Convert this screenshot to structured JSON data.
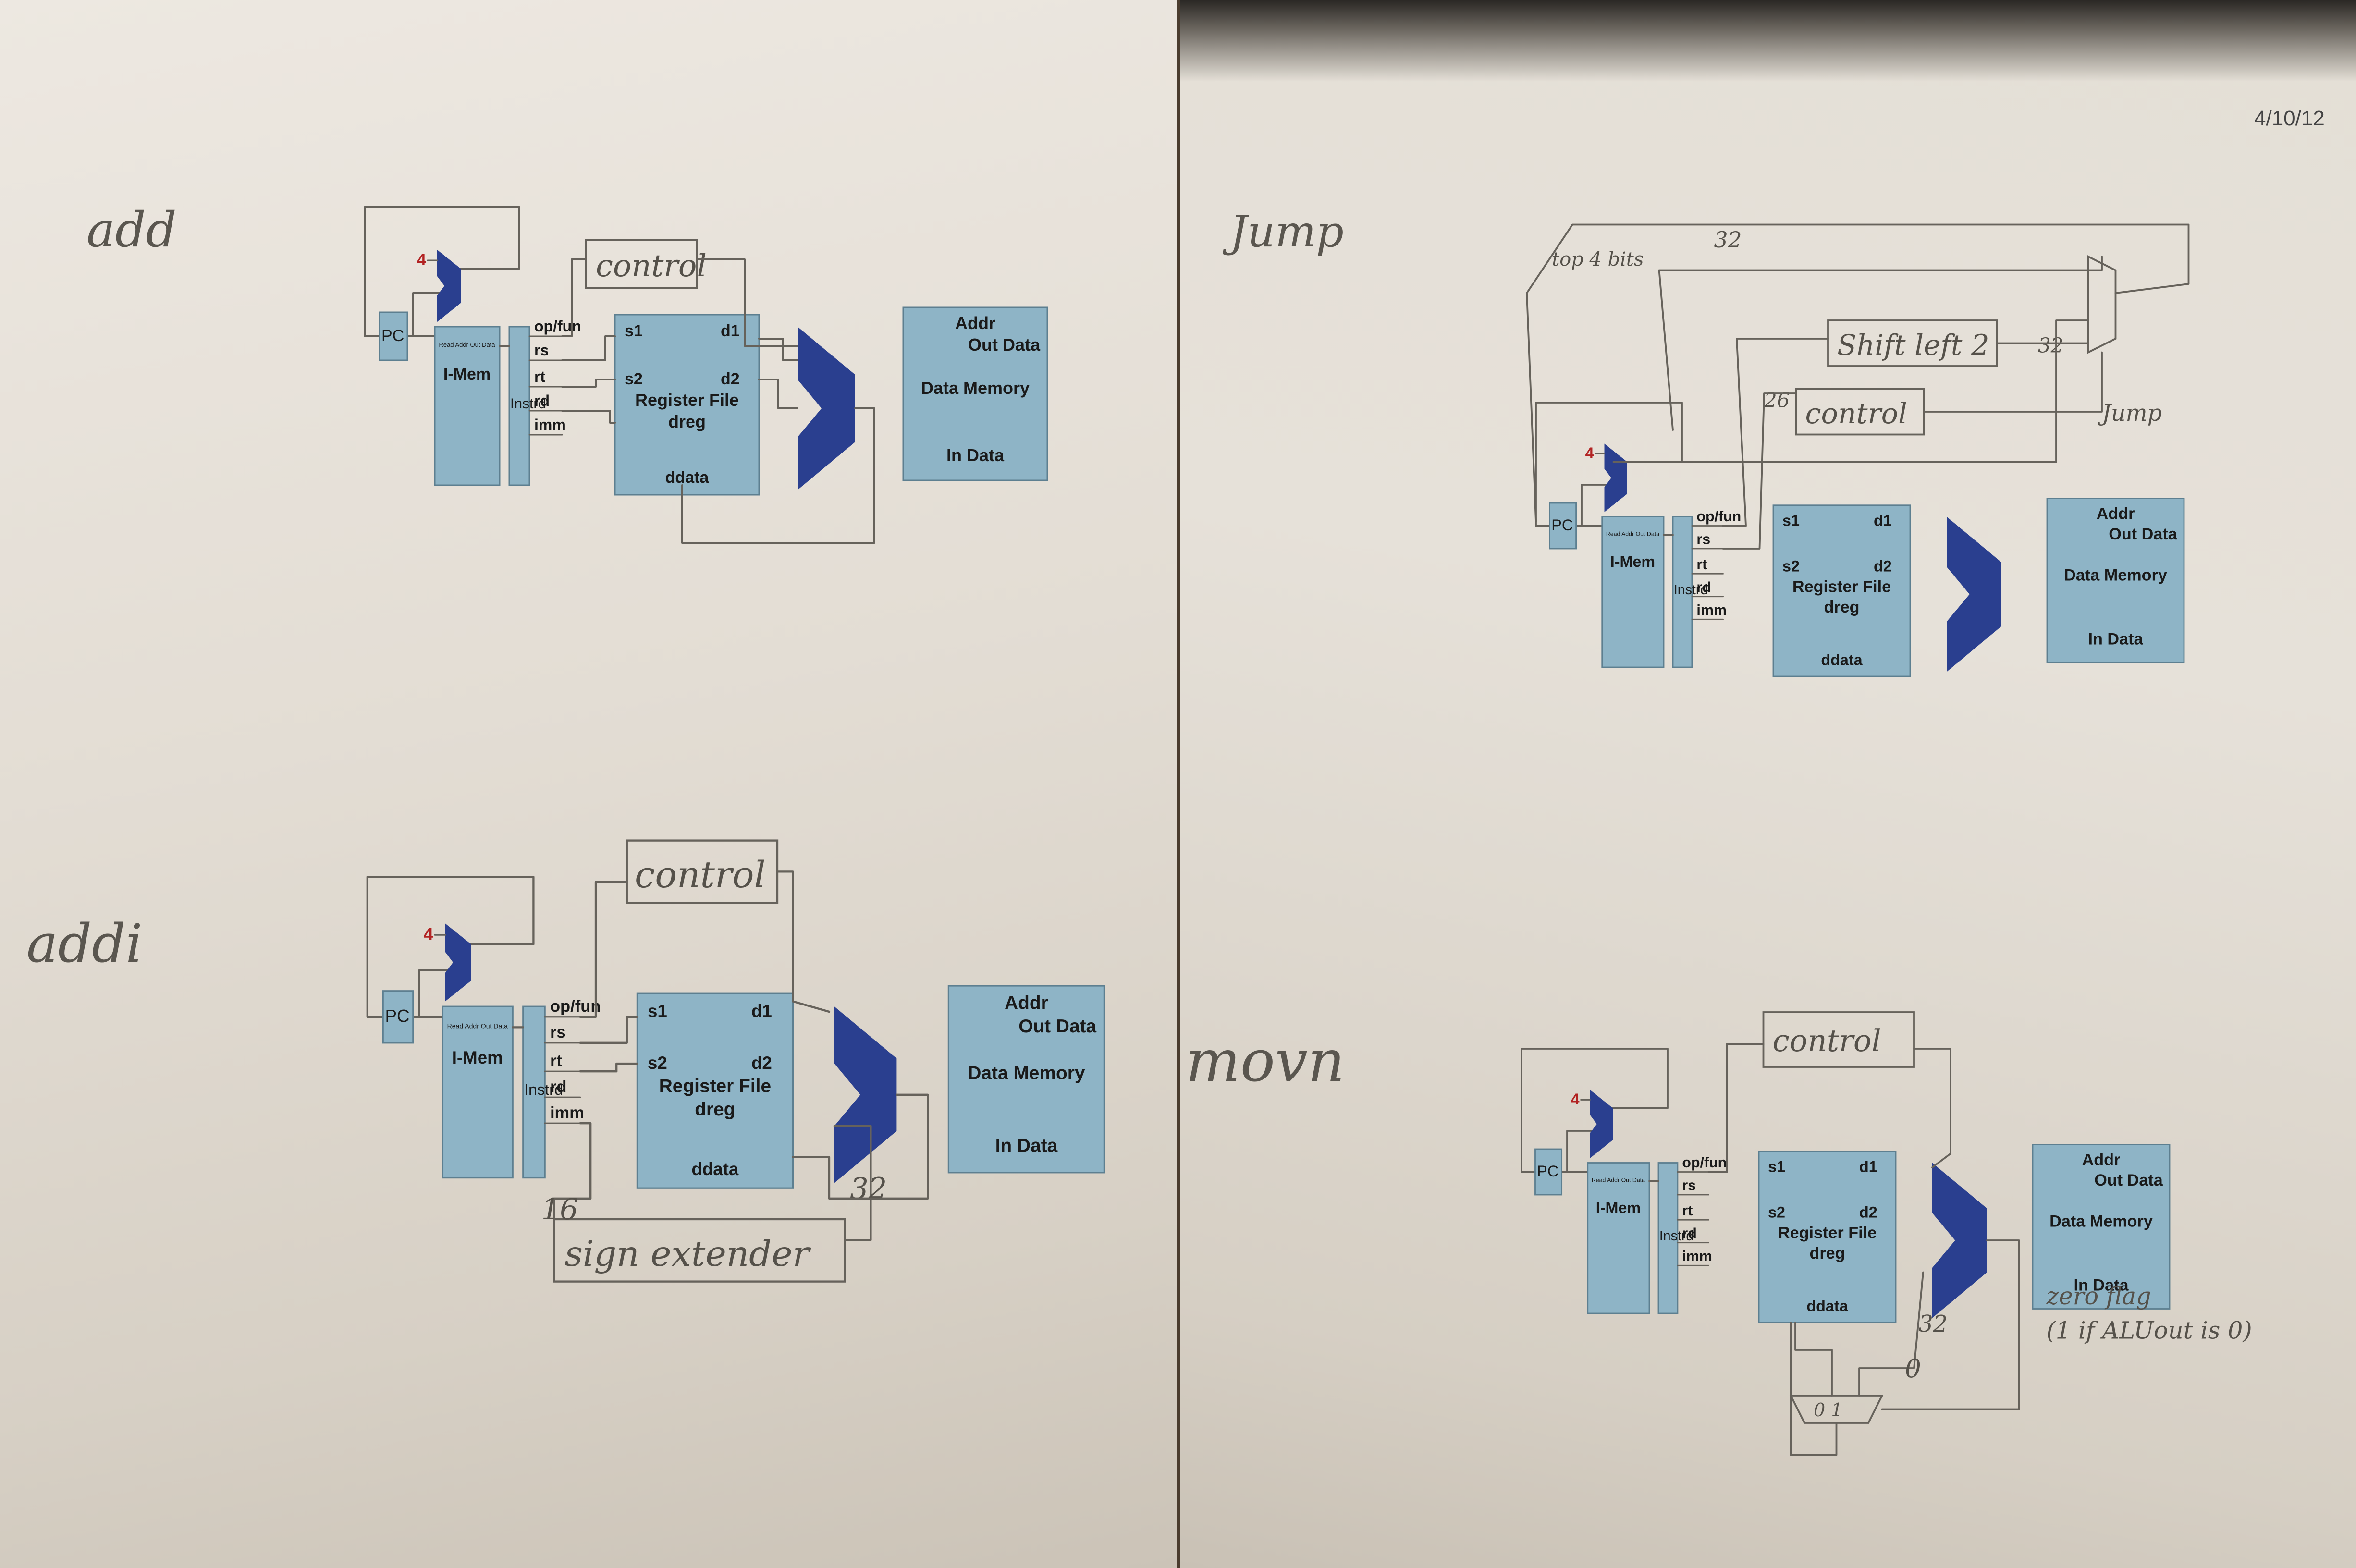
{
  "date": "4/10/12",
  "datapath": {
    "pc": "PC",
    "four": "4",
    "imem_ports": "Read Addr Out Data",
    "imem": "I-Mem",
    "instr": "Instrd",
    "fields": [
      "op/fun",
      "rs",
      "rt",
      "rd",
      "imm"
    ],
    "regfile": {
      "s1": "s1",
      "s2": "s2",
      "d1": "d1",
      "d2": "d2",
      "title": "Register File",
      "dreg": "dreg",
      "ddata": "ddata"
    },
    "dmem": {
      "addr": "Addr",
      "out": "Out Data",
      "title": "Data Memory",
      "in": "In Data"
    }
  },
  "diagrams": [
    {
      "label": "add",
      "notes": [
        {
          "text": "control"
        }
      ]
    },
    {
      "label": "addi",
      "notes": [
        {
          "text": "control"
        },
        {
          "text": "sign extender"
        },
        {
          "text": "16"
        },
        {
          "text": "32"
        }
      ]
    },
    {
      "label": "Jump",
      "notes": [
        {
          "text": "control"
        },
        {
          "text": "Shift left 2"
        },
        {
          "text": "top 4 bits"
        },
        {
          "text": "32"
        },
        {
          "text": "32"
        },
        {
          "text": "26"
        },
        {
          "text": "Jump"
        }
      ]
    },
    {
      "label": "movn",
      "notes": [
        {
          "text": "control"
        },
        {
          "text": "32"
        },
        {
          "text": "0"
        },
        {
          "text": "0 1"
        },
        {
          "text": "zero flag"
        },
        {
          "text": "(1 if ALUout is 0)"
        }
      ]
    }
  ],
  "colors": {
    "block": "#8eb4c6",
    "block_border": "#5d7f90",
    "alu": "#2a3f8f",
    "pencil": "#66625b",
    "four": "#b22222"
  }
}
